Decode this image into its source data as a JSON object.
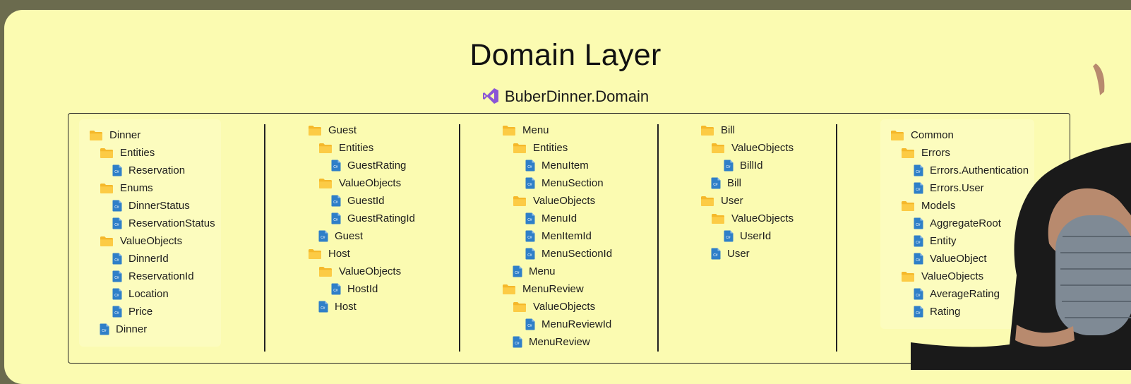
{
  "title": "Domain Layer",
  "project": {
    "name": "BuberDinner.Domain",
    "icon": "visual-studio-icon"
  },
  "colors": {
    "background": "#fbfbb1",
    "folder": "#f5b82a",
    "file": "#2f7fc8",
    "vs": "#8a55d6"
  },
  "columns": [
    {
      "items": [
        {
          "label": "Dinner",
          "type": "folder",
          "depth": 0
        },
        {
          "label": "Entities",
          "type": "folder",
          "depth": 1
        },
        {
          "label": "Reservation",
          "type": "file",
          "depth": 2
        },
        {
          "label": "Enums",
          "type": "folder",
          "depth": 1
        },
        {
          "label": "DinnerStatus",
          "type": "file",
          "depth": 2
        },
        {
          "label": "ReservationStatus",
          "type": "file",
          "depth": 2
        },
        {
          "label": "ValueObjects",
          "type": "folder",
          "depth": 1
        },
        {
          "label": "DinnerId",
          "type": "file",
          "depth": 2
        },
        {
          "label": "ReservationId",
          "type": "file",
          "depth": 2
        },
        {
          "label": "Location",
          "type": "file",
          "depth": 2
        },
        {
          "label": "Price",
          "type": "file",
          "depth": 2
        },
        {
          "label": "Dinner",
          "type": "file",
          "depth": 1
        }
      ]
    },
    {
      "items": [
        {
          "label": "Guest",
          "type": "folder",
          "depth": 0
        },
        {
          "label": "Entities",
          "type": "folder",
          "depth": 1
        },
        {
          "label": "GuestRating",
          "type": "file",
          "depth": 2
        },
        {
          "label": "ValueObjects",
          "type": "folder",
          "depth": 1
        },
        {
          "label": "GuestId",
          "type": "file",
          "depth": 2
        },
        {
          "label": "GuestRatingId",
          "type": "file",
          "depth": 2
        },
        {
          "label": "Guest",
          "type": "file",
          "depth": 1
        },
        {
          "label": "Host",
          "type": "folder",
          "depth": 0
        },
        {
          "label": "ValueObjects",
          "type": "folder",
          "depth": 1
        },
        {
          "label": "HostId",
          "type": "file",
          "depth": 2
        },
        {
          "label": "Host",
          "type": "file",
          "depth": 1
        }
      ]
    },
    {
      "items": [
        {
          "label": "Menu",
          "type": "folder",
          "depth": 0
        },
        {
          "label": "Entities",
          "type": "folder",
          "depth": 1
        },
        {
          "label": "MenuItem",
          "type": "file",
          "depth": 2
        },
        {
          "label": "MenuSection",
          "type": "file",
          "depth": 2
        },
        {
          "label": "ValueObjects",
          "type": "folder",
          "depth": 1
        },
        {
          "label": "MenuId",
          "type": "file",
          "depth": 2
        },
        {
          "label": "MenItemId",
          "type": "file",
          "depth": 2
        },
        {
          "label": "MenuSectionId",
          "type": "file",
          "depth": 2
        },
        {
          "label": "Menu",
          "type": "file",
          "depth": 1
        },
        {
          "label": "MenuReview",
          "type": "folder",
          "depth": 0
        },
        {
          "label": "ValueObjects",
          "type": "folder",
          "depth": 1
        },
        {
          "label": "MenuReviewId",
          "type": "file",
          "depth": 2
        },
        {
          "label": "MenuReview",
          "type": "file",
          "depth": 1
        }
      ]
    },
    {
      "items": [
        {
          "label": "Bill",
          "type": "folder",
          "depth": 0
        },
        {
          "label": "ValueObjects",
          "type": "folder",
          "depth": 1
        },
        {
          "label": "BillId",
          "type": "file",
          "depth": 2
        },
        {
          "label": "Bill",
          "type": "file",
          "depth": 1
        },
        {
          "label": "User",
          "type": "folder",
          "depth": 0
        },
        {
          "label": "ValueObjects",
          "type": "folder",
          "depth": 1
        },
        {
          "label": "UserId",
          "type": "file",
          "depth": 2
        },
        {
          "label": "User",
          "type": "file",
          "depth": 1
        }
      ]
    },
    {
      "items": [
        {
          "label": "Common",
          "type": "folder",
          "depth": 0
        },
        {
          "label": "Errors",
          "type": "folder",
          "depth": 1
        },
        {
          "label": "Errors.Authentication",
          "type": "file",
          "depth": 2
        },
        {
          "label": "Errors.User",
          "type": "file",
          "depth": 2
        },
        {
          "label": "Models",
          "type": "folder",
          "depth": 1
        },
        {
          "label": "AggregateRoot",
          "type": "file",
          "depth": 2
        },
        {
          "label": "Entity",
          "type": "file",
          "depth": 2
        },
        {
          "label": "ValueObject",
          "type": "file",
          "depth": 2
        },
        {
          "label": "ValueObjects",
          "type": "folder",
          "depth": 1
        },
        {
          "label": "AverageRating",
          "type": "file",
          "depth": 2
        },
        {
          "label": "Rating",
          "type": "file",
          "depth": 2
        }
      ]
    }
  ]
}
